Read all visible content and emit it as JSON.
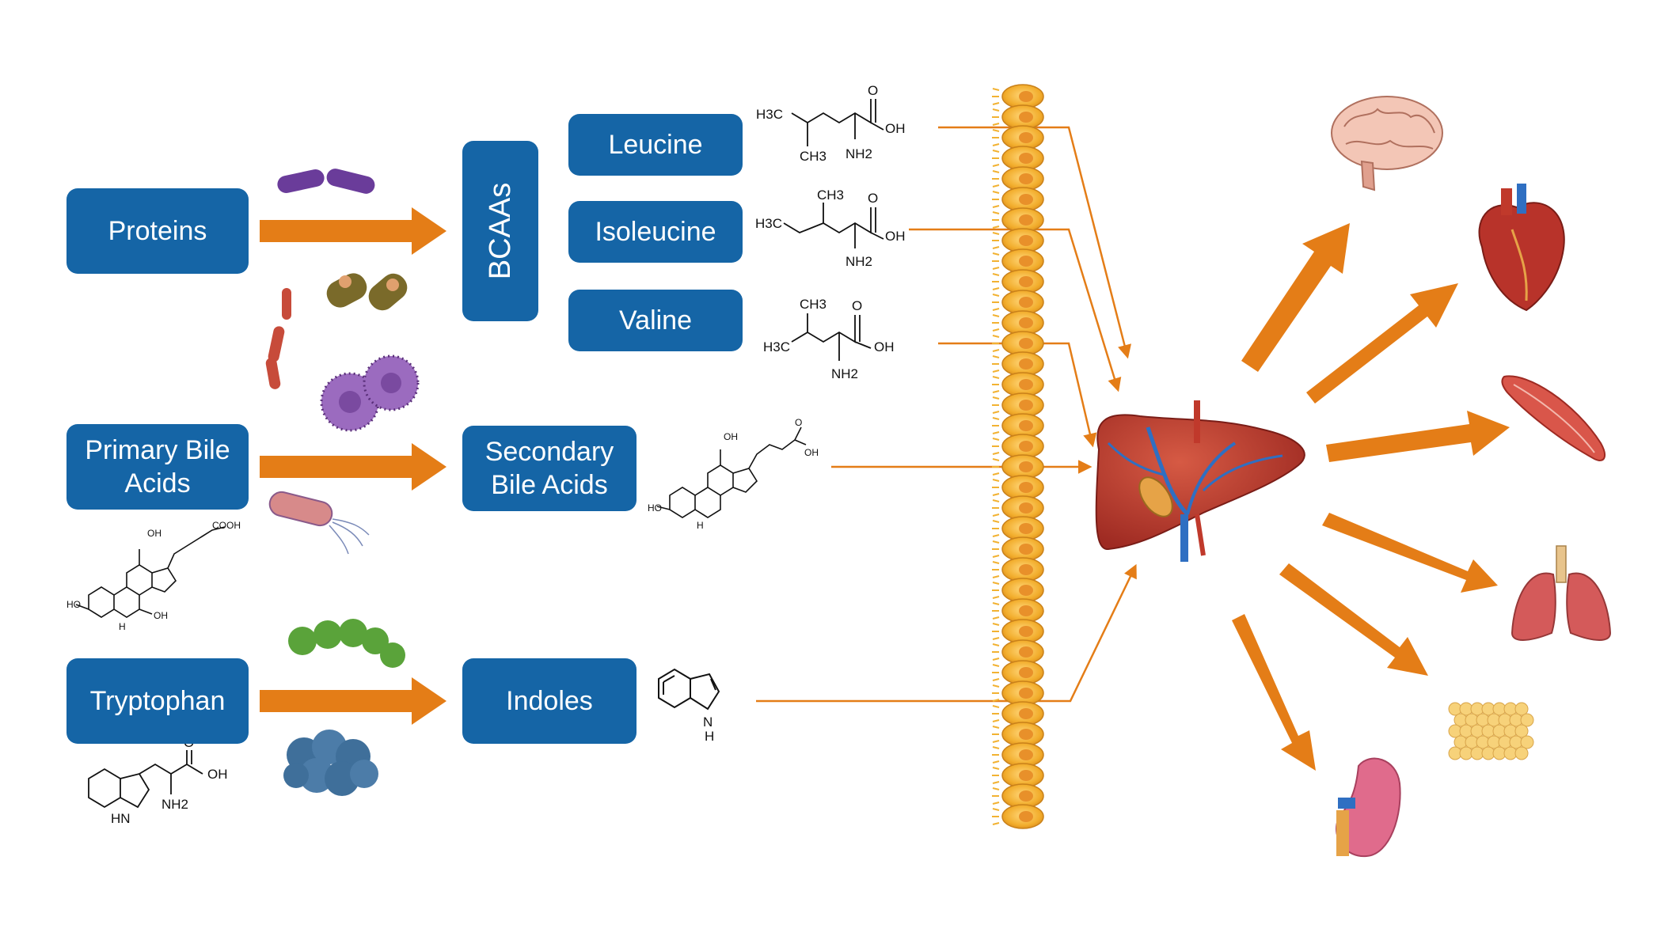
{
  "colors": {
    "box_fill": "#1565a6",
    "box_text": "#ffffff",
    "arrow": "#e47d17",
    "wall": "#f2b232",
    "liver": "#b8332a"
  },
  "sources": [
    {
      "label": "Proteins"
    },
    {
      "label": "Primary Bile Acids"
    },
    {
      "label": "Tryptophan"
    }
  ],
  "metabolites": {
    "bcaa_group": "BCAAs",
    "bcaas": [
      {
        "label": "Leucine"
      },
      {
        "label": "Isoleucine"
      },
      {
        "label": "Valine"
      }
    ],
    "secondary_bile_acids": "Secondary Bile Acids",
    "indoles": "Indoles"
  },
  "chem_labels": {
    "leucine": {
      "h3c": "H3C",
      "ch3": "CH3",
      "nh2": "NH2",
      "o": "O",
      "oh": "OH"
    },
    "isoleucine": {
      "h3c": "H3C",
      "ch3": "CH3",
      "nh2": "NH2",
      "o": "O",
      "oh": "OH"
    },
    "valine": {
      "h3c": "H3C",
      "ch3": "CH3",
      "nh2": "NH2",
      "o": "O",
      "oh": "OH"
    },
    "primary_bile_acid": {
      "cooh": "COOH",
      "ho": "HO",
      "oh": "OH",
      "h": "H"
    },
    "secondary_bile_acid": {
      "ho": "HO",
      "oh": "OH",
      "o": "O",
      "h": "H"
    },
    "indole": {
      "nh": "N",
      "h": "H"
    },
    "tryptophan": {
      "hn": "HN",
      "nh2": "NH2",
      "o": "O",
      "oh": "OH"
    }
  },
  "icons": {
    "bacteria": [
      "purple-rod-bacteria-icon",
      "olive-bacteria-icon",
      "red-rod-bacteria-icon",
      "purple-spiky-cocci-icon",
      "flagellated-bacteria-icon",
      "green-chain-cocci-icon",
      "blue-cluster-cocci-icon"
    ],
    "barrier": "intestinal-epithelium-icon",
    "hub": "liver-icon",
    "targets": [
      "brain-icon",
      "heart-icon",
      "muscle-icon",
      "lungs-icon",
      "adipose-tissue-icon",
      "kidney-icon"
    ]
  }
}
